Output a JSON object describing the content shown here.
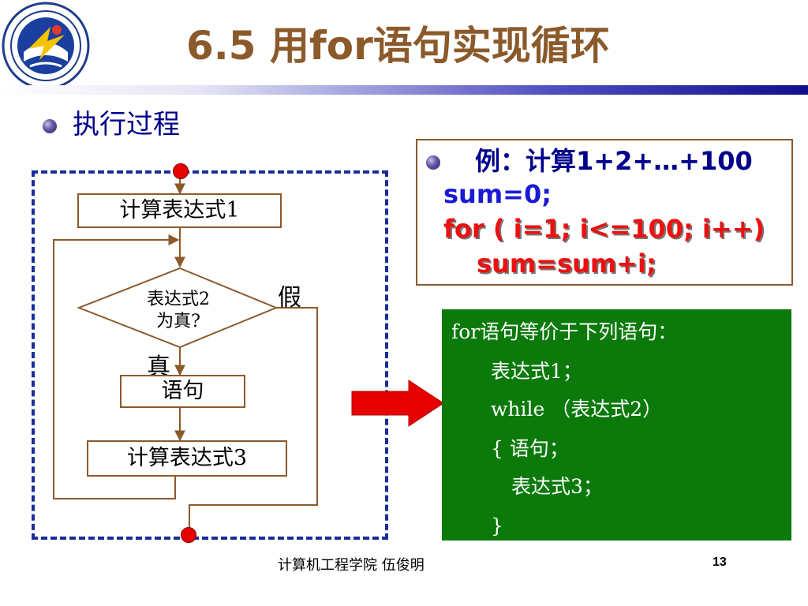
{
  "slide": {
    "title": "6.5 用for语句实现循环",
    "bullet_text": "执行过程",
    "footer": "计算机工程学院     伍俊明",
    "page_number": "13"
  },
  "flowchart": {
    "box1": "计算表达式1",
    "diamond": [
      "表达式2",
      "为真?"
    ],
    "label_false": "假",
    "label_true": "真",
    "box2": "语句",
    "box3": "计算表达式3"
  },
  "example": {
    "line1": "例：计算1+2+…+100",
    "line2": "sum=0;",
    "line3": "for ( i=1; i<=100; i++)",
    "line4": "sum=sum+i;"
  },
  "equivalent": {
    "line1": "for语句等价于下列语句：",
    "line2": "表达式1；",
    "line3": "while （表达式2）",
    "line4": "{  语句；",
    "line5": "表达式3；",
    "line6": "}"
  },
  "colors": {
    "title": "#8b5a2b",
    "accent_navy": "#00008b",
    "code_red": "#ee1010",
    "green_box": "#0b7a0b",
    "flow_line": "#8b5a2b",
    "dash_border": "#1a2c9a",
    "arrow_red": "#e60000"
  }
}
